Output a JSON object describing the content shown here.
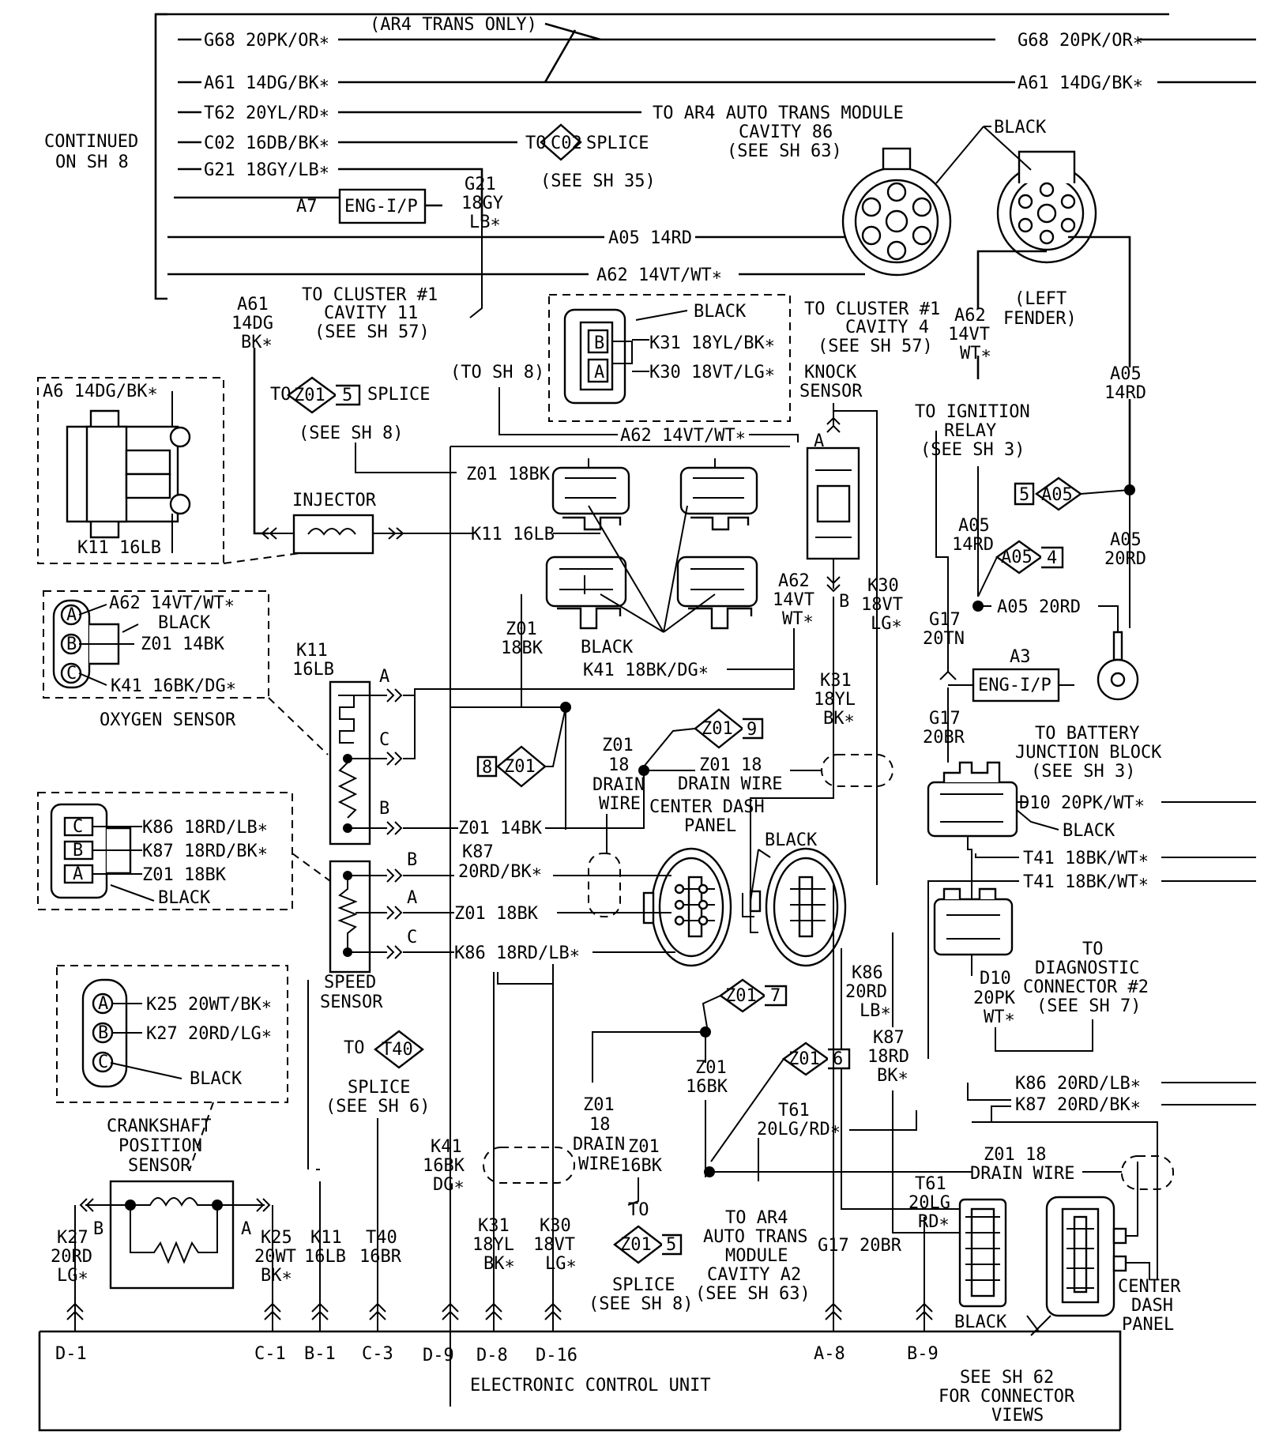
{
  "labels": {
    "g68_l": "G68 20PK/OR∗",
    "ar4_only": "(AR4 TRANS ONLY)",
    "g68_r": "G68 20PK/OR∗",
    "a61_l": "A61 14DG/BK∗",
    "a61_r": "A61 14DG/BK∗",
    "t62": "T62 20YL/RD∗",
    "to_ar4_1": "TO AR4 AUTO TRANS MODULE",
    "to_ar4_2": "CAVITY 86",
    "to_ar4_3": "(SEE SH 63)",
    "c02": "C02 16DB/BK∗",
    "to_c02_to": "TO",
    "c02_diamond": "C02",
    "c02_splice": "SPLICE",
    "see_sh35": "(SEE SH 35)",
    "g21": "G21 18GY/LB∗",
    "continued_1": "CONTINUED",
    "continued_2": "ON SH 8",
    "a7": "A7",
    "eng_ip_top": "ENG-I/P",
    "g21_v1": "G21",
    "g21_v2": "18GY",
    "g21_v3": "LB∗",
    "a05_top": "A05 14RD",
    "a62_top": "A62 14VT/WT∗",
    "black_top": "BLACK",
    "left_fender_1": "(LEFT",
    "left_fender_2": "FENDER)",
    "a61_v1": "A61",
    "a61_v2": "14DG",
    "a61_v3": "BK∗",
    "to_cluster11_1": "TO CLUSTER #1",
    "to_cluster11_2": "CAVITY 11",
    "to_cluster11_3": "(SEE SH 57)",
    "black_relay": "BLACK",
    "k31_relay": "K31 18YL/BK∗",
    "k30_relay": "K30 18VT/LG∗",
    "pin_b": "B",
    "pin_a": "A",
    "to_cluster4_1": "TO CLUSTER #1",
    "to_cluster4_2": "CAVITY 4",
    "to_cluster4_3": "(SEE SH 57)",
    "a62_v1": "A62",
    "a62_v2": "14VT",
    "a62_v3": "WT∗",
    "a05_v1": "A05",
    "a05_v2": "14RD",
    "a6_label": "A6 14DG/BK∗",
    "k11_inj": "K11 16LB",
    "to_z01_to": "TO",
    "z01_d5": "Z01",
    "z01_d5n": "5",
    "z01_splice": "SPLICE",
    "see_sh8_a": "(SEE SH 8)",
    "to_sh8": "(TO SH 8)",
    "a62_mid": "A62 14VT/WT∗",
    "knock_1": "KNOCK",
    "knock_2": "SENSOR",
    "to_ign_1": "TO IGNITION",
    "to_ign_2": "RELAY",
    "to_ign_3": "(SEE SH 3)",
    "z01_18bk_top": "Z01 18BK",
    "injector": "INJECTOR",
    "k11_16lb_h": "K11 16LB",
    "d5": "5",
    "a05_d": "A05",
    "a05_v3": "A05",
    "a05_v4": "14RD",
    "a05_v5": "A05",
    "a05_v6": "20RD",
    "a05_d4": "A05",
    "d4": "4",
    "a62_v4": "A62",
    "a62_v5": "14VT",
    "a62_v6": "WT∗",
    "k30_v1": "K30",
    "k30_v2": "18VT",
    "k30_v3": "LG∗",
    "pin_a_knock": "A",
    "pin_b_knock": "B",
    "a05_20rd": "A05 20RD",
    "o2_a62": "A62 14VT/WT∗",
    "o2_black": "BLACK",
    "o2_z01": "Z01 14BK",
    "o2_k41": "K41 16BK/DG∗",
    "o2_title": "OXYGEN SENSOR",
    "k11_v1": "K11",
    "k11_v2": "16LB",
    "z01_v1": "Z01",
    "z01_v2": "18BK",
    "black_mid": "BLACK",
    "k41_h": "K41 18BK/DG∗",
    "g17_v1": "G17",
    "g17_v2": "20TN",
    "a3": "A3",
    "eng_ip_mid": "ENG-I/P",
    "k31_v1": "K31",
    "k31_v2": "18YL",
    "k31_v3": "BK∗",
    "g17_v3": "G17",
    "g17_v4": "20BR",
    "to_batt_1": "TO BATTERY",
    "to_batt_2": "JUNCTION BLOCK",
    "to_batt_3": "(SEE SH 3)",
    "pin_a2": "A",
    "pin_c2": "C",
    "pin_b2": "B",
    "d8": "8",
    "z01_d8": "Z01",
    "z01_drain_v1": "Z01",
    "z01_drain_v2": "18",
    "z01_drain_v3": "DRAIN",
    "z01_drain_v4": "WIRE",
    "z01_d9": "Z01",
    "d9": "9",
    "z01_drain_h1": "Z01 18",
    "z01_drain_h2": "DRAIN WIRE",
    "d10_r": "D10 20PK/WT∗",
    "black_d10": "BLACK",
    "center_dash_1": "CENTER DASH",
    "center_dash_2": "PANEL",
    "black_cdp": "BLACK",
    "z01_14bk": "Z01 14BK",
    "t41_a": "T41 18BK/WT∗",
    "t41_b": "T41 18BK/WT∗",
    "k86_r1": "K86 18RD/LB∗",
    "k87_r1": "K87 18RD/BK∗",
    "z01_r1": "Z01 18BK",
    "relay_black": "BLACK",
    "k87_v1": "K87",
    "k87_v2": "20RD/BK∗",
    "speed_b": "B",
    "speed_a": "A",
    "speed_c": "C",
    "z01_18bk_s": "Z01 18BK",
    "k86_18rd": "K86 18RD/LB∗",
    "speed_1": "SPEED",
    "speed_2": "SENSOR",
    "to_diag_1": "TO",
    "to_diag_2": "DIAGNOSTIC",
    "to_diag_3": "CONNECTOR #2",
    "to_diag_4": "(SEE SH 7)",
    "k86_v1": "K86",
    "k86_v2": "20RD",
    "k86_v3": "LB∗",
    "d10_v1": "D10",
    "d10_v2": "20PK",
    "d10_v3": "WT∗",
    "z01_d7": "Z01",
    "d7": "7",
    "crank_k25": "K25 20WT/BK∗",
    "crank_k27": "K27 20RD/LG∗",
    "crank_black": "BLACK",
    "to_t40_to": "TO",
    "t40_d": "T40",
    "splice_1": "SPLICE",
    "splice_2": "(SEE SH 6)",
    "k87_v3": "K87",
    "k87_v4": "18RD",
    "k87_v5": "BK∗",
    "z01_d6": "Z01",
    "d6": "6",
    "k86_20rd": "K86 20RD/LB∗",
    "k87_20rd": "K87 20RD/BK∗",
    "z01_drain2_v1": "Z01",
    "z01_drain2_v2": "18",
    "z01_drain2_v3": "DRAIN",
    "z01_drain2_v4": "WIRE",
    "z01_16bk_v1": "Z01",
    "z01_16bk_v2": "16BK",
    "t61_v1": "T61",
    "t61_v2": "20LG/RD∗",
    "crank_t1": "CRANKSHAFT",
    "crank_t2": "POSITION",
    "crank_t3": "SENSOR",
    "k41_v1": "K41",
    "k41_v2": "16BK",
    "k41_v3": "DG∗",
    "z01_16bk_v3": "Z01",
    "z01_16bk_v4": "16BK",
    "z01_drain3_1": "Z01 18",
    "z01_drain3_2": "DRAIN WIRE",
    "crank_b": "B",
    "crank_a": "A",
    "to_ar4a2_1": "TO AR4",
    "to_ar4a2_2": "AUTO TRANS",
    "to_ar4a2_3": "MODULE",
    "to_ar4a2_4": "CAVITY A2",
    "to_ar4a2_5": "(SEE SH 63)",
    "t61_v3": "T61",
    "t61_v4": "20LG",
    "t61_v5": "RD∗",
    "k27_v1": "K27",
    "k27_v2": "20RD",
    "k27_v3": "LG∗",
    "k25_v1": "K25",
    "k25_v2": "20WT",
    "k25_v3": "BK∗",
    "k11_v3": "K11",
    "k11_v4": "16LB",
    "t40_v1": "T40",
    "t40_v2": "16BR",
    "k31_v4": "K31",
    "k31_v5": "18YL",
    "k31_v6": "BK∗",
    "k30_v4": "K30",
    "k30_v5": "18VT",
    "k30_v6": "LG∗",
    "to_z01_5b": "TO",
    "z01_d5b": "Z01",
    "d5b": "5",
    "splice_3": "SPLICE",
    "splice_4": "(SEE SH 8)",
    "g17_20br": "G17 20BR",
    "cdp_1": "CENTER",
    "cdp_2": "DASH",
    "cdp_3": "PANEL",
    "black_bottom": "BLACK",
    "pin_d1": "D-1",
    "pin_c1": "C-1",
    "pin_b1": "B-1",
    "pin_c3": "C-3",
    "pin_d9": "D-9",
    "pin_d8": "D-8",
    "pin_d16": "D-16",
    "pin_a8": "A-8",
    "pin_b9": "B-9",
    "ecu": "ELECTRONIC CONTROL UNIT",
    "see_sh62_1": "SEE SH 62",
    "see_sh62_2": "FOR CONNECTOR",
    "see_sh62_3": "VIEWS"
  }
}
